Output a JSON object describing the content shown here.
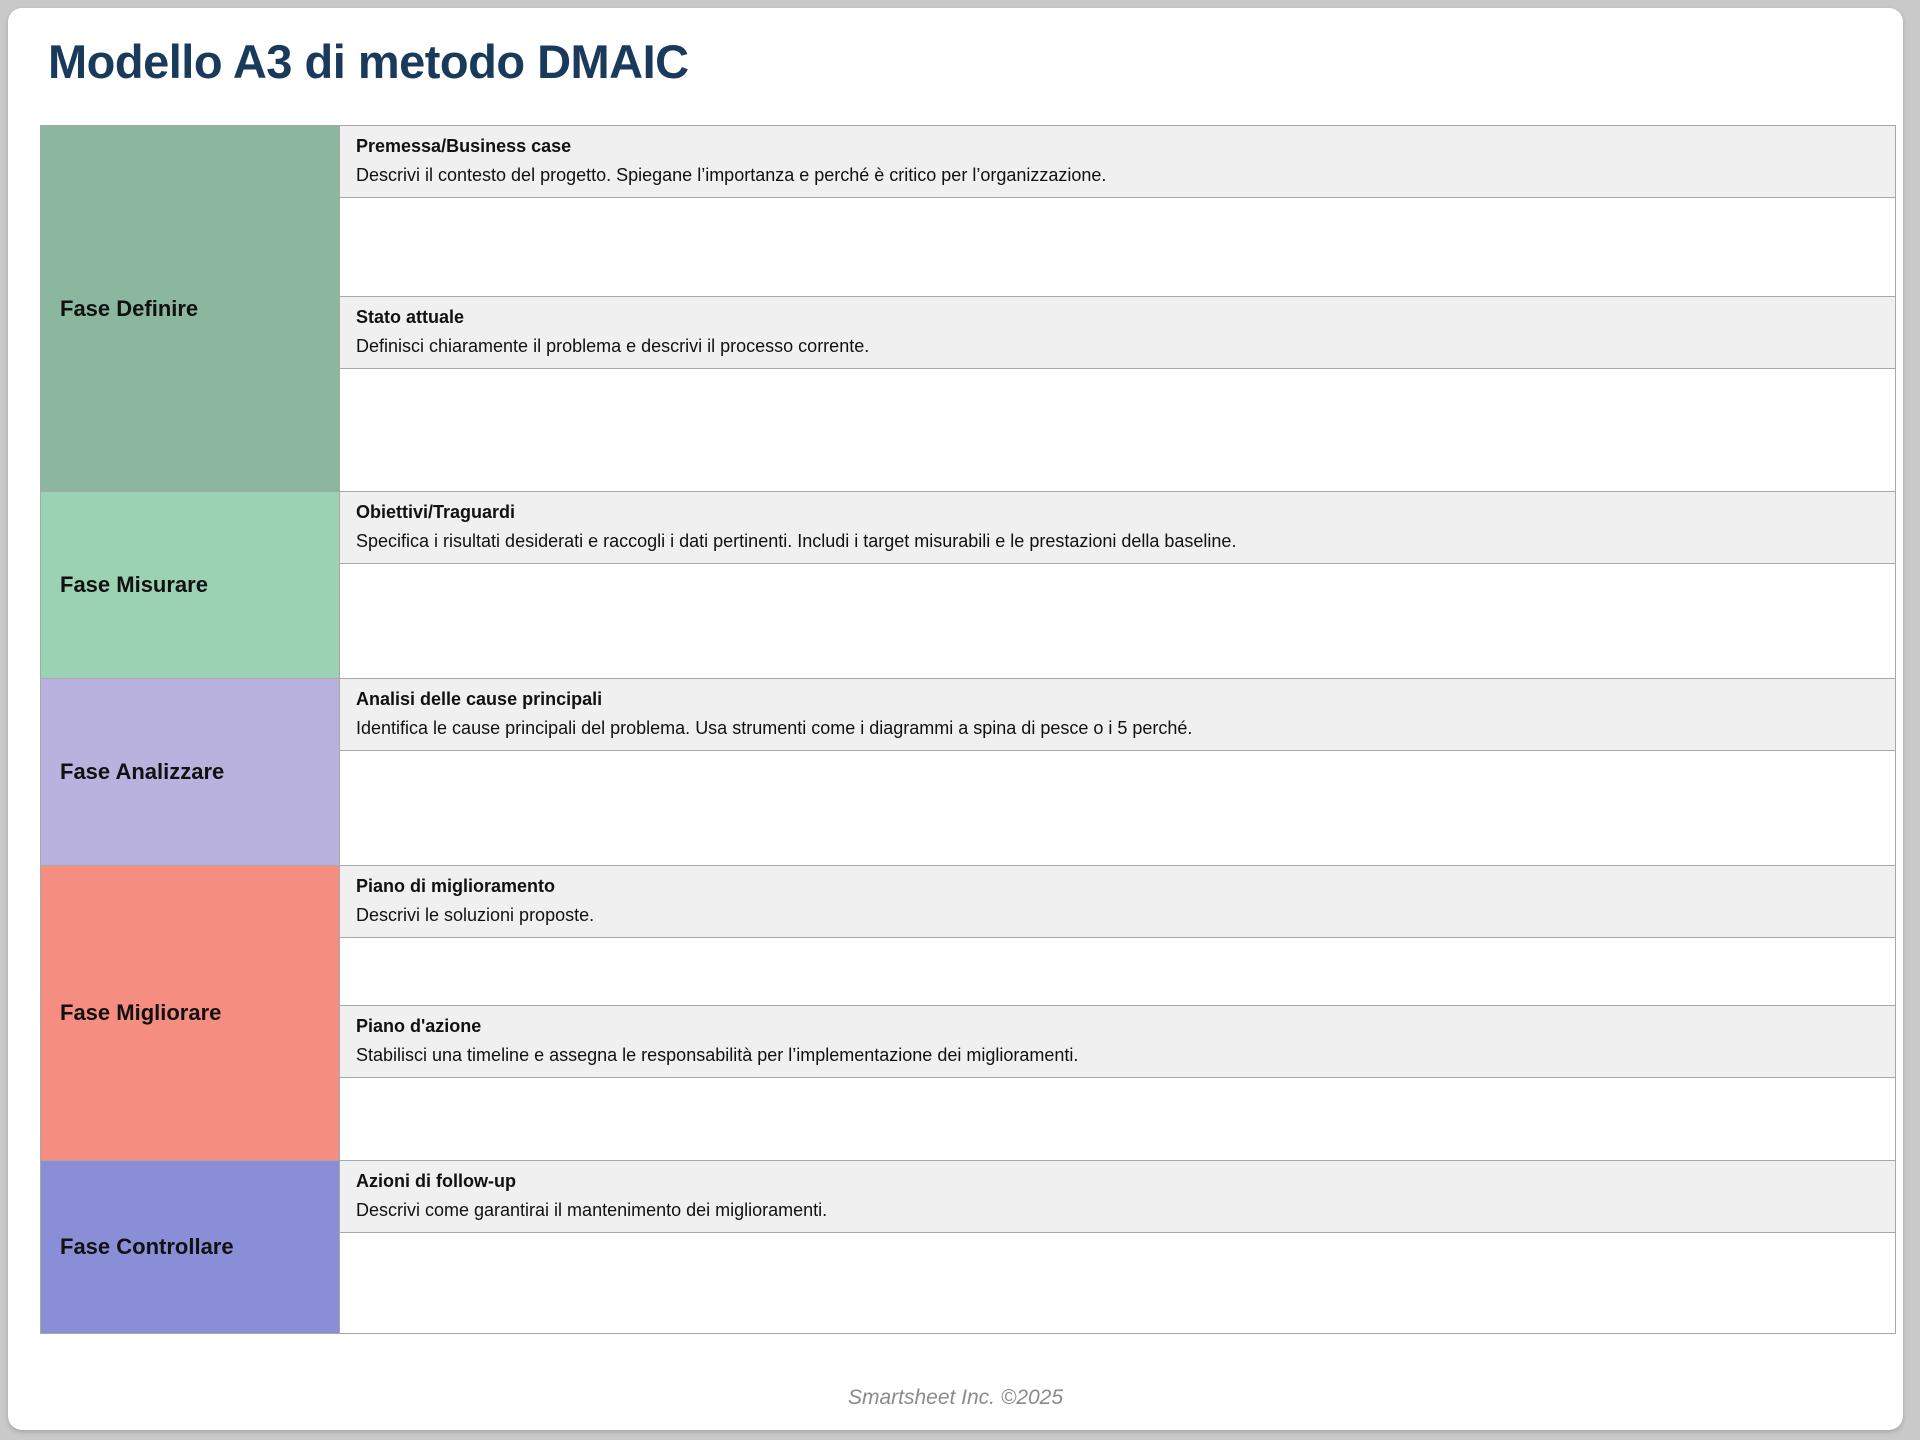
{
  "document": {
    "title": "Modello A3 di metodo DMAIC",
    "footer": "Smartsheet Inc. ©2025"
  },
  "colors": {
    "title": "#1a3a5c",
    "phase_define": "#8ab79e",
    "phase_measure": "#9ad2b3",
    "phase_analyze": "#b9b2de",
    "phase_improve": "#f58e80",
    "phase_control": "#8a8ed6",
    "block_header_bg": "#f0f0f0",
    "border": "#a8a8a8",
    "footer_text": "#8b8b8b"
  },
  "phases": [
    {
      "label": "Fase Definire",
      "blocks": [
        {
          "title": "Premessa/Business case",
          "description": "Descrivi il contesto del progetto. Spiegane l’importanza e perché è critico per l’organizzazione."
        },
        {
          "title": "Stato attuale",
          "description": "Definisci chiaramente il problema e descrivi il processo corrente."
        }
      ]
    },
    {
      "label": "Fase Misurare",
      "blocks": [
        {
          "title": "Obiettivi/Traguardi",
          "description": "Specifica i risultati desiderati e raccogli i dati pertinenti. Includi i target misurabili e le prestazioni della baseline."
        }
      ]
    },
    {
      "label": "Fase Analizzare",
      "blocks": [
        {
          "title": "Analisi delle cause principali",
          "description": "Identifica le cause principali del problema. Usa strumenti come i diagrammi a spina di pesce o i 5 perché."
        }
      ]
    },
    {
      "label": "Fase Migliorare",
      "blocks": [
        {
          "title": "Piano di miglioramento",
          "description": "Descrivi le soluzioni proposte."
        },
        {
          "title": "Piano d'azione",
          "description": "Stabilisci una timeline e assegna le responsabilità per l’implementazione dei miglioramenti."
        }
      ]
    },
    {
      "label": "Fase Controllare",
      "blocks": [
        {
          "title": "Azioni di follow-up",
          "description": "Descrivi come garantirai il mantenimento dei miglioramenti."
        }
      ]
    }
  ]
}
